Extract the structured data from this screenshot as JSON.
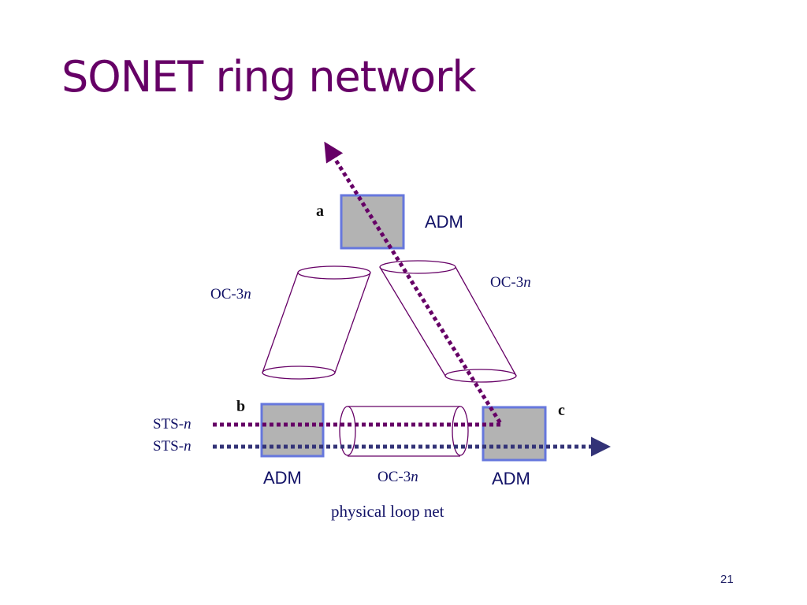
{
  "slide": {
    "title": "SONET ring network",
    "page_number": "21"
  },
  "diagram": {
    "nodes": [
      {
        "id": "a",
        "letter": "a",
        "label": "ADM"
      },
      {
        "id": "b",
        "letter": "b",
        "label": "ADM"
      },
      {
        "id": "c",
        "letter": "c",
        "label": "ADM"
      }
    ],
    "links": [
      {
        "id": "ab",
        "label_prefix": "OC-3",
        "label_var": "n"
      },
      {
        "id": "ac",
        "label_prefix": "OC-3",
        "label_var": "n"
      },
      {
        "id": "bc",
        "label_prefix": "OC-3",
        "label_var": "n"
      }
    ],
    "signals": [
      {
        "id": "sts-upper",
        "label_prefix": "STS-",
        "label_var": "n",
        "color": "#660066"
      },
      {
        "id": "sts-lower",
        "label_prefix": "STS-",
        "label_var": "n",
        "color": "#333377"
      }
    ],
    "caption": "physical loop net"
  },
  "colors": {
    "title": "#660066",
    "node_fill": "#b3b3b3",
    "node_border": "#6677dd",
    "link_stroke": "#660066",
    "path_purple": "#660066",
    "path_navy": "#333377"
  }
}
